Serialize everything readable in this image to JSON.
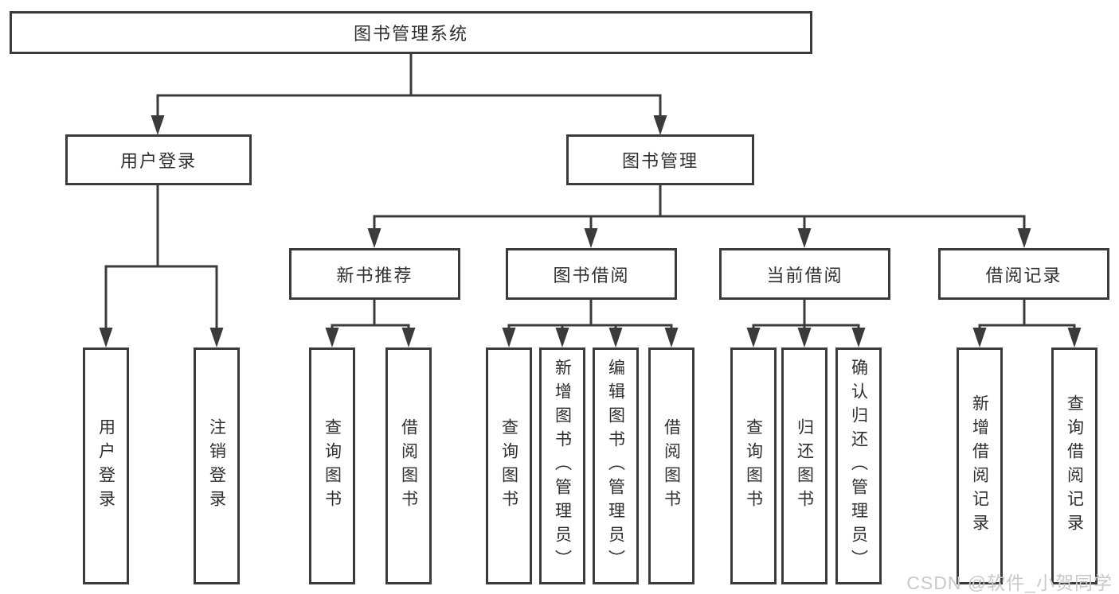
{
  "diagram": {
    "root": {
      "label": "图书管理系统"
    },
    "login": {
      "label": "用户登录",
      "leaves": [
        "用户登录",
        "注销登录"
      ]
    },
    "management": {
      "label": "图书管理",
      "groups": [
        {
          "label": "新书推荐",
          "leaves": [
            "查询图书",
            "借阅图书"
          ]
        },
        {
          "label": "图书借阅",
          "leaves": [
            "查询图书",
            "新增图书（管理员）",
            "编辑图书（管理员）",
            "借阅图书"
          ]
        },
        {
          "label": "当前借阅",
          "leaves": [
            "查询图书",
            "归还图书",
            "确认归还（管理员）"
          ]
        },
        {
          "label": "借阅记录",
          "leaves": [
            "新增借阅记录",
            "查询借阅记录"
          ]
        }
      ]
    }
  },
  "watermark": {
    "text": "CSDN @软件_小贺同学"
  },
  "colors": {
    "line": "#3b3b3b",
    "text": "#2f2f2f",
    "watermark": "#c9c9c9",
    "bg": "#ffffff"
  }
}
